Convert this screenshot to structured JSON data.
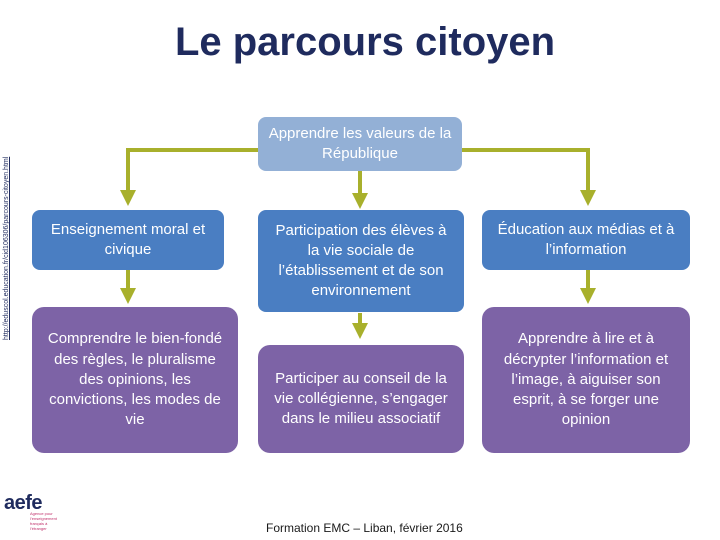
{
  "title": "Le parcours citoyen",
  "side_link": "http://eduscol.education.fr/cid106306/parcours-citoyen.html",
  "top_node": "Apprendre les valeurs de la République",
  "columns": [
    {
      "header": "Enseignement moral et civique",
      "detail": "Comprendre le bien-fondé des règles, le pluralisme des opinions, les convictions, les modes de vie"
    },
    {
      "header": "Participation des élèves à la vie sociale de l’établissement et de son environnement",
      "detail": "Participer au conseil de la vie collégienne, s’engager dans le milieu associatif"
    },
    {
      "header": "Éducation aux médias et à l’information",
      "detail": "Apprendre à lire et à décrypter l’information et l’image, à aiguiser son esprit, à se forger une opinion"
    }
  ],
  "footer": "Formation EMC – Liban, février 2016",
  "logo": {
    "word": "aefe",
    "subtitle": "Agence pour l’enseignement français à l’étranger"
  },
  "colors": {
    "title": "#1f2b5e",
    "top_node": "#93b0d6",
    "header_nodes": "#4a7ec2",
    "detail_nodes": "#7d63a6",
    "arrows": "#a8b02c"
  }
}
